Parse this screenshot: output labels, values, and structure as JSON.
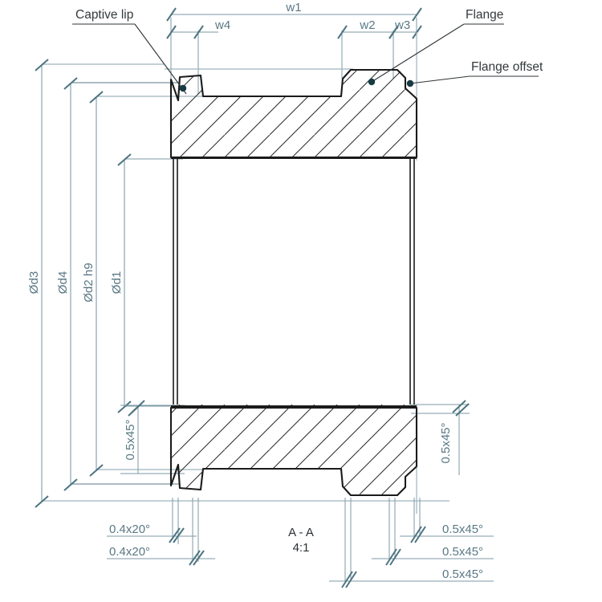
{
  "drawing": {
    "section_title": "A - A",
    "scale": "4:1",
    "colors": {
      "outline": "#1b1b1b",
      "hatch": "#2b2b2b",
      "dimension": "#7d9aa6",
      "dimension_dark": "#4d7480",
      "dimension_text": "#5a7884",
      "leader": "#2f3538",
      "note_text": "#33393d",
      "marker_dot": "#173a44",
      "background": "#ffffff"
    },
    "callouts": [
      {
        "id": "captive-lip",
        "label": "Captive lip"
      },
      {
        "id": "flange",
        "label": "Flange"
      },
      {
        "id": "flange-offset",
        "label": "Flange offset"
      }
    ],
    "horizontal_dimensions": [
      {
        "id": "w1",
        "label": "w1"
      },
      {
        "id": "w4",
        "label": "w4"
      },
      {
        "id": "w2",
        "label": "w2"
      },
      {
        "id": "w3",
        "label": "w3"
      }
    ],
    "vertical_dimensions": [
      {
        "id": "d3",
        "label": "Ød3"
      },
      {
        "id": "d4",
        "label": "Ød4"
      },
      {
        "id": "d2h9",
        "label": "Ød2 h9"
      },
      {
        "id": "d1",
        "label": "Ød1"
      }
    ],
    "chamfers": [
      {
        "id": "chamfer-left-vertical",
        "label": "0.5x45°"
      },
      {
        "id": "chamfer-right-vertical",
        "label": "0.5x45°"
      },
      {
        "id": "chamfer-bottom-left-1",
        "label": "0.4x20°"
      },
      {
        "id": "chamfer-bottom-left-2",
        "label": "0.4x20°"
      },
      {
        "id": "chamfer-bottom-right-1",
        "label": "0.5x45°"
      },
      {
        "id": "chamfer-bottom-right-2",
        "label": "0.5x45°"
      },
      {
        "id": "chamfer-bottom-right-3",
        "label": "0.5x45°"
      }
    ]
  }
}
